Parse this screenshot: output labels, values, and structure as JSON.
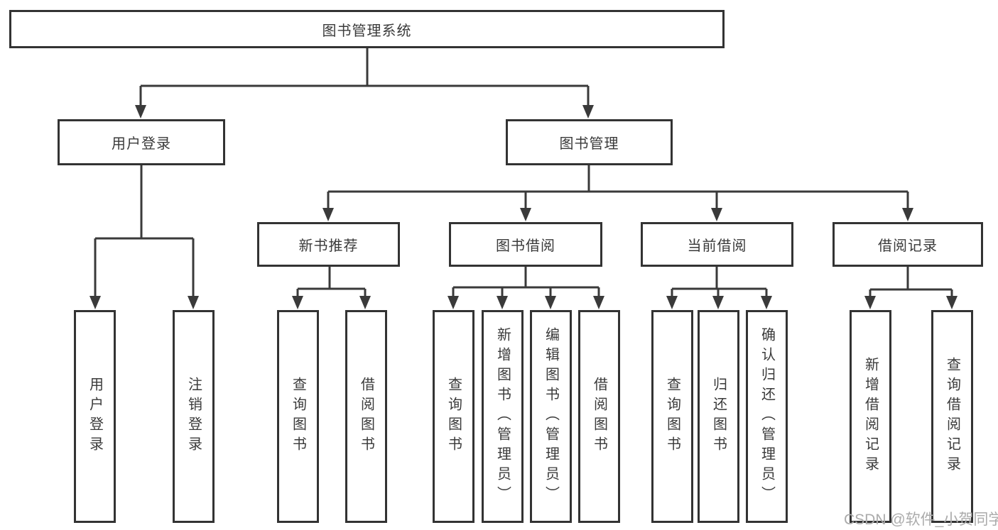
{
  "colors": {
    "line": "#3a3a3a",
    "box_border": "#333333",
    "text": "#3a3a3a",
    "background": "#ffffff",
    "watermark": "#ababab"
  },
  "nodes": {
    "root": "图书管理系统",
    "user_login": "用户登录",
    "book_management": "图书管理",
    "new_book_recommend": "新书推荐",
    "book_borrow": "图书借阅",
    "current_borrow": "当前借阅",
    "borrow_records": "借阅记录",
    "leaves_user_login": [
      "用户登录",
      "注销登录"
    ],
    "leaves_new_book": [
      "查询图书",
      "借阅图书"
    ],
    "leaves_book_borrow": [
      "查询图书",
      "新增图书（管理员）",
      "编辑图书（管理员）",
      "借阅图书"
    ],
    "leaves_current": [
      "查询图书",
      "归还图书",
      "确认归还（管理员）"
    ],
    "leaves_records": [
      "新增借阅记录",
      "查询借阅记录"
    ]
  },
  "watermark": {
    "text": "CSDN @软件_小贺同学"
  }
}
